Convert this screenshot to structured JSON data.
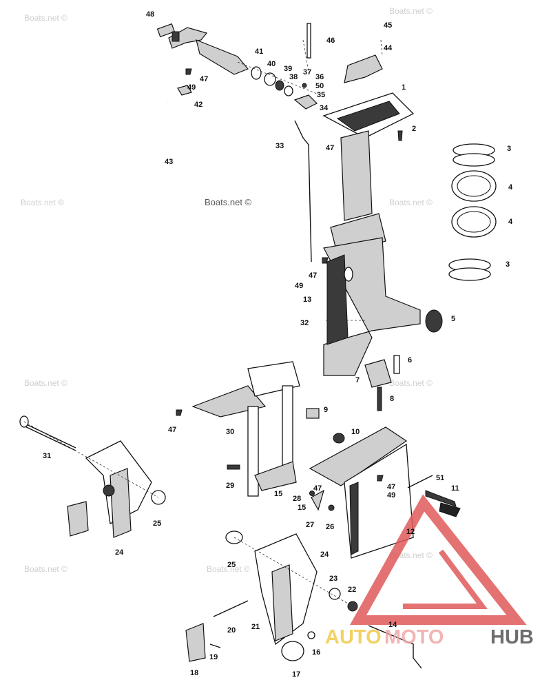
{
  "watermark": {
    "text": "Boats.net ©"
  },
  "logo": {
    "part1": "AUTO",
    "part2": "MOTO",
    "part3": "HUB",
    "color_auto": "#f2c94a",
    "color_moto": "#f0a8a8",
    "color_hub": "#555555",
    "triangle_color": "#e05a5a"
  },
  "parts": {
    "p1": "1",
    "p2": "2",
    "p3a": "3",
    "p3b": "3",
    "p4a": "4",
    "p4b": "4",
    "p5": "5",
    "p6": "6",
    "p7": "7",
    "p8": "8",
    "p9": "9",
    "p10": "10",
    "p11": "11",
    "p12": "12",
    "p13": "13",
    "p14": "14",
    "p15a": "15",
    "p15b": "15",
    "p16": "16",
    "p17": "17",
    "p18": "18",
    "p19": "19",
    "p20": "20",
    "p21": "21",
    "p22": "22",
    "p23": "23",
    "p24a": "24",
    "p24b": "24",
    "p25a": "25",
    "p25b": "25",
    "p26": "26",
    "p27": "27",
    "p28": "28",
    "p29": "29",
    "p30": "30",
    "p31": "31",
    "p32": "32",
    "p33": "33",
    "p34": "34",
    "p35": "35",
    "p36": "36",
    "p37": "37",
    "p38": "38",
    "p39": "39",
    "p40": "40",
    "p41": "41",
    "p42": "42",
    "p43": "43",
    "p44": "44",
    "p45": "45",
    "p46": "46",
    "p47a": "47",
    "p47b": "47",
    "p47c": "47",
    "p47d": "47",
    "p47e": "47",
    "p47f": "47",
    "p48": "48",
    "p49a": "49",
    "p49b": "49",
    "p49c": "49",
    "p50": "50",
    "p51": "51"
  }
}
